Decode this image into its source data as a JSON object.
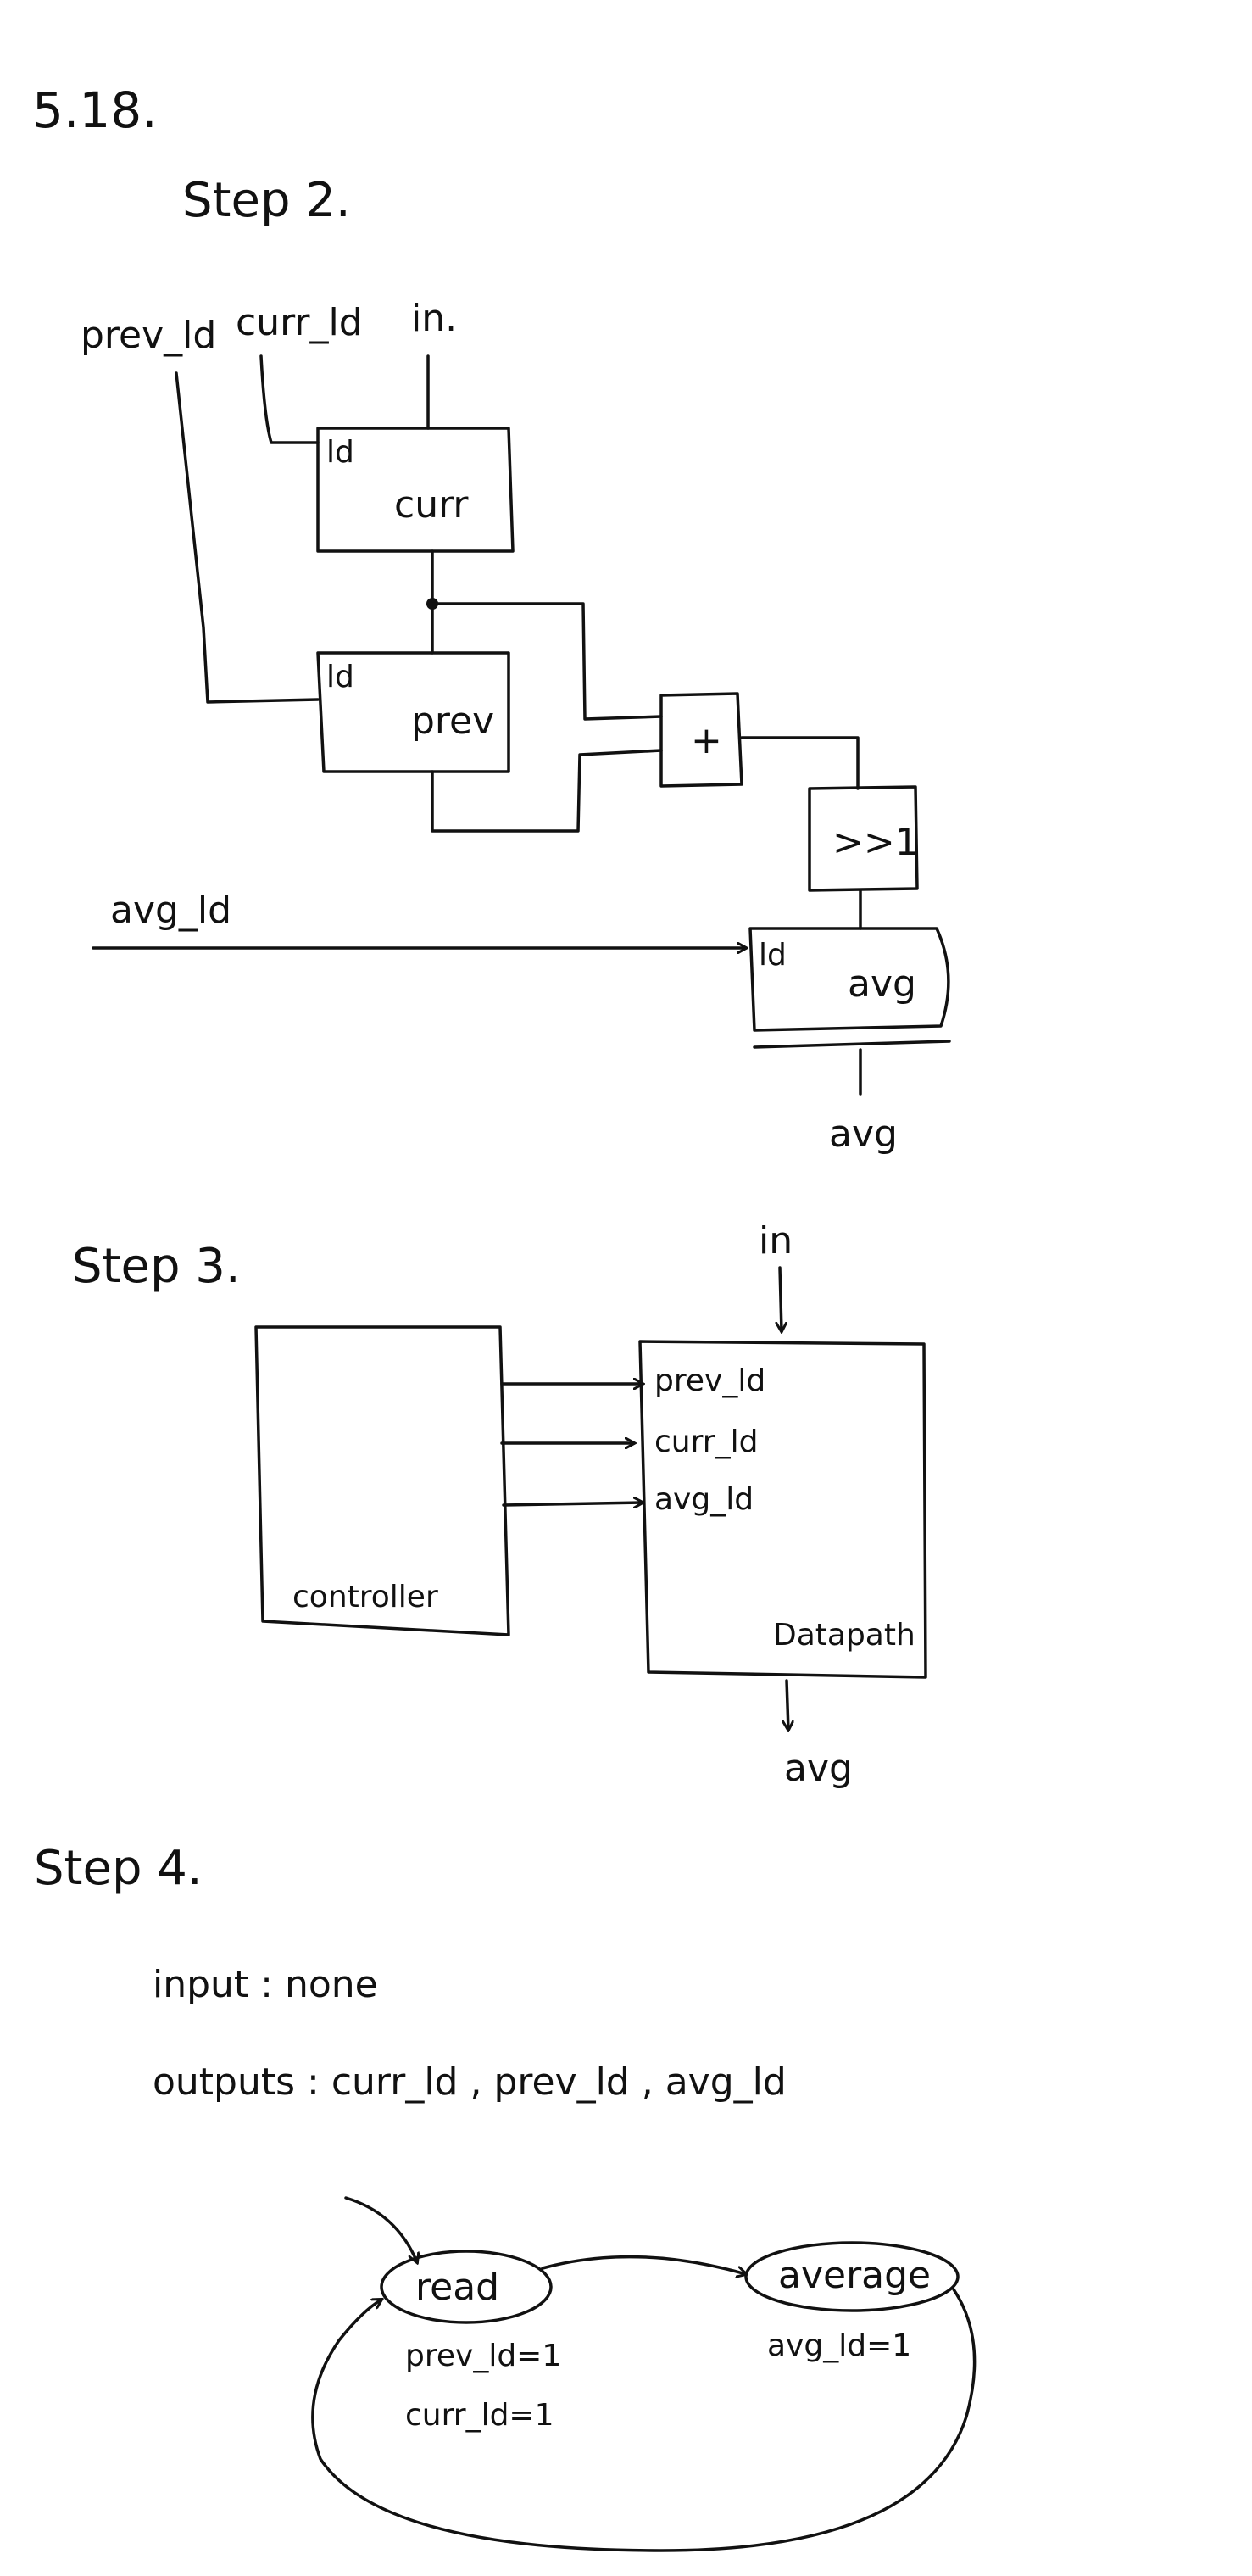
{
  "problem": "5.18.",
  "step2": {
    "heading": "Step 2.",
    "inputs": {
      "prev_ld": "prev_ld",
      "curr_ld": "curr_ld",
      "in": "in."
    },
    "registers": {
      "curr": {
        "load": "ld",
        "name": "curr"
      },
      "prev": {
        "load": "ld",
        "name": "prev"
      },
      "avg": {
        "load": "ld",
        "name": "avg"
      }
    },
    "adder": "+",
    "shifter": ">>1",
    "avg_ld": "avg_ld",
    "output": "avg"
  },
  "step3": {
    "heading": "Step 3.",
    "input": "in",
    "controller": "controller",
    "datapath": "Datapath",
    "signals": [
      "prev_ld",
      "curr_ld",
      "avg_ld"
    ],
    "output": "avg"
  },
  "step4": {
    "heading": "Step 4.",
    "inputs_line": "input : none",
    "outputs_line": "outputs : curr_ld , prev_ld , avg_ld",
    "states": {
      "read": {
        "name": "read",
        "actions": [
          "prev_ld=1",
          "curr_ld=1"
        ]
      },
      "average": {
        "name": "average",
        "actions": [
          "avg_ld=1"
        ]
      }
    }
  }
}
